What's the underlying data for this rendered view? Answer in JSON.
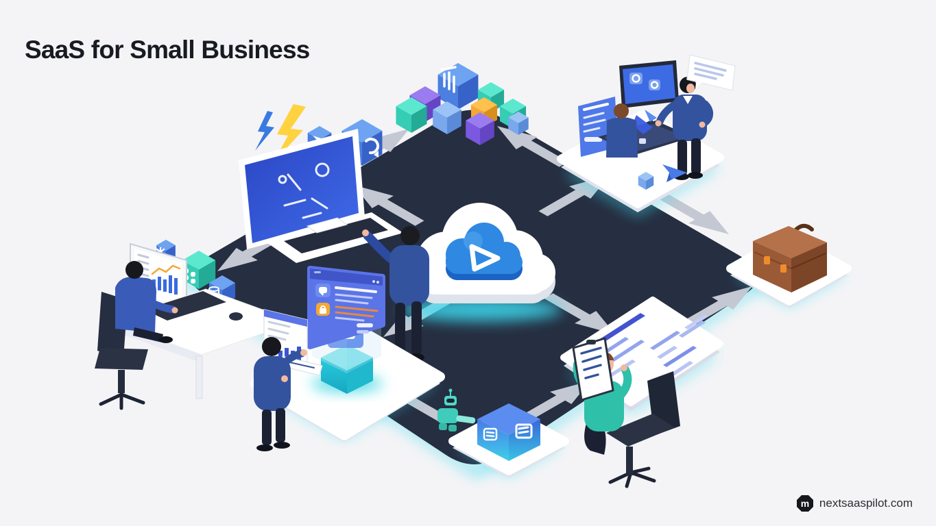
{
  "title": "SaaS for Small Business",
  "watermark": {
    "badge_letter": "m",
    "text": "nextsaaspilot.com"
  },
  "palette": {
    "background": "#f4f4f6",
    "platform_dark": "#262e41",
    "arrow_gray": "#c4c8d2",
    "glow_cyan": "#3edcf2",
    "cloud_white": "#ffffff",
    "cloud_blue": "#2f88e2",
    "cube_blue": "#4b7fe0",
    "cube_teal": "#35cdb4",
    "cube_purple": "#7a58e0",
    "cube_orange": "#f5a832",
    "briefcase_brown": "#9a5a35",
    "bolt_yellow": "#ffd23f",
    "person_navy": "#33539e",
    "person_teal": "#2fc0a9"
  },
  "icons": {
    "cloud-play-icon": "cloud with rounded triangle outline",
    "lightning-bolt-icon": "zigzag bolt",
    "sync-icon": "circular arrows",
    "robot-icon": "robot head",
    "plane-icon": "paper plane",
    "chart-cube-icon": "bar chart lines",
    "asterisk-icon": "asterisk star",
    "apps-grid-icon": "four squares",
    "database-icon": "cylinder",
    "document-list-icon": "document with lines",
    "chat-bubble-icon": "speech bubble with lines",
    "lock-icon": "padlock",
    "team-icon": "two people",
    "recycle-icon": "circular arrows tile",
    "watermark-badge-icon": "dark octagon with letter"
  }
}
